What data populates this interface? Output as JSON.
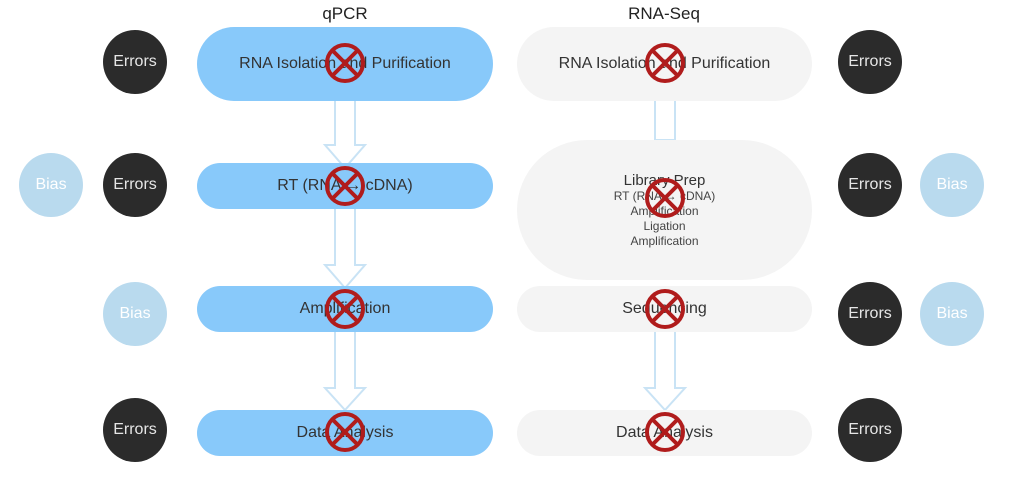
{
  "columns": {
    "left_title": "qPCR",
    "right_title": "RNA-Seq"
  },
  "qpcr_steps": [
    "RNA Isolation and Purification",
    "RT (RNA → cDNA)",
    "Amplification",
    "Data Analysis"
  ],
  "rnaseq_steps": {
    "isolation": "RNA Isolation and Purification",
    "library_title": "Library Prep",
    "library_lines": [
      "RT (RNA → cDNA)",
      "Amplification",
      "Ligation",
      "Amplification"
    ],
    "sequencing": "Sequencing",
    "analysis": "Data Analysis"
  },
  "badges": {
    "errors": "Errors",
    "bias": "Bias"
  },
  "colors": {
    "qpcr_pill": "#88c9fa",
    "rnaseq_pill": "#f4f4f4",
    "errors_circle": "#2b2b2b",
    "bias_circle": "#b9daee",
    "prohibit_sign": "#b01c1c"
  },
  "icons": {
    "overlay": "prohibited-icon"
  }
}
